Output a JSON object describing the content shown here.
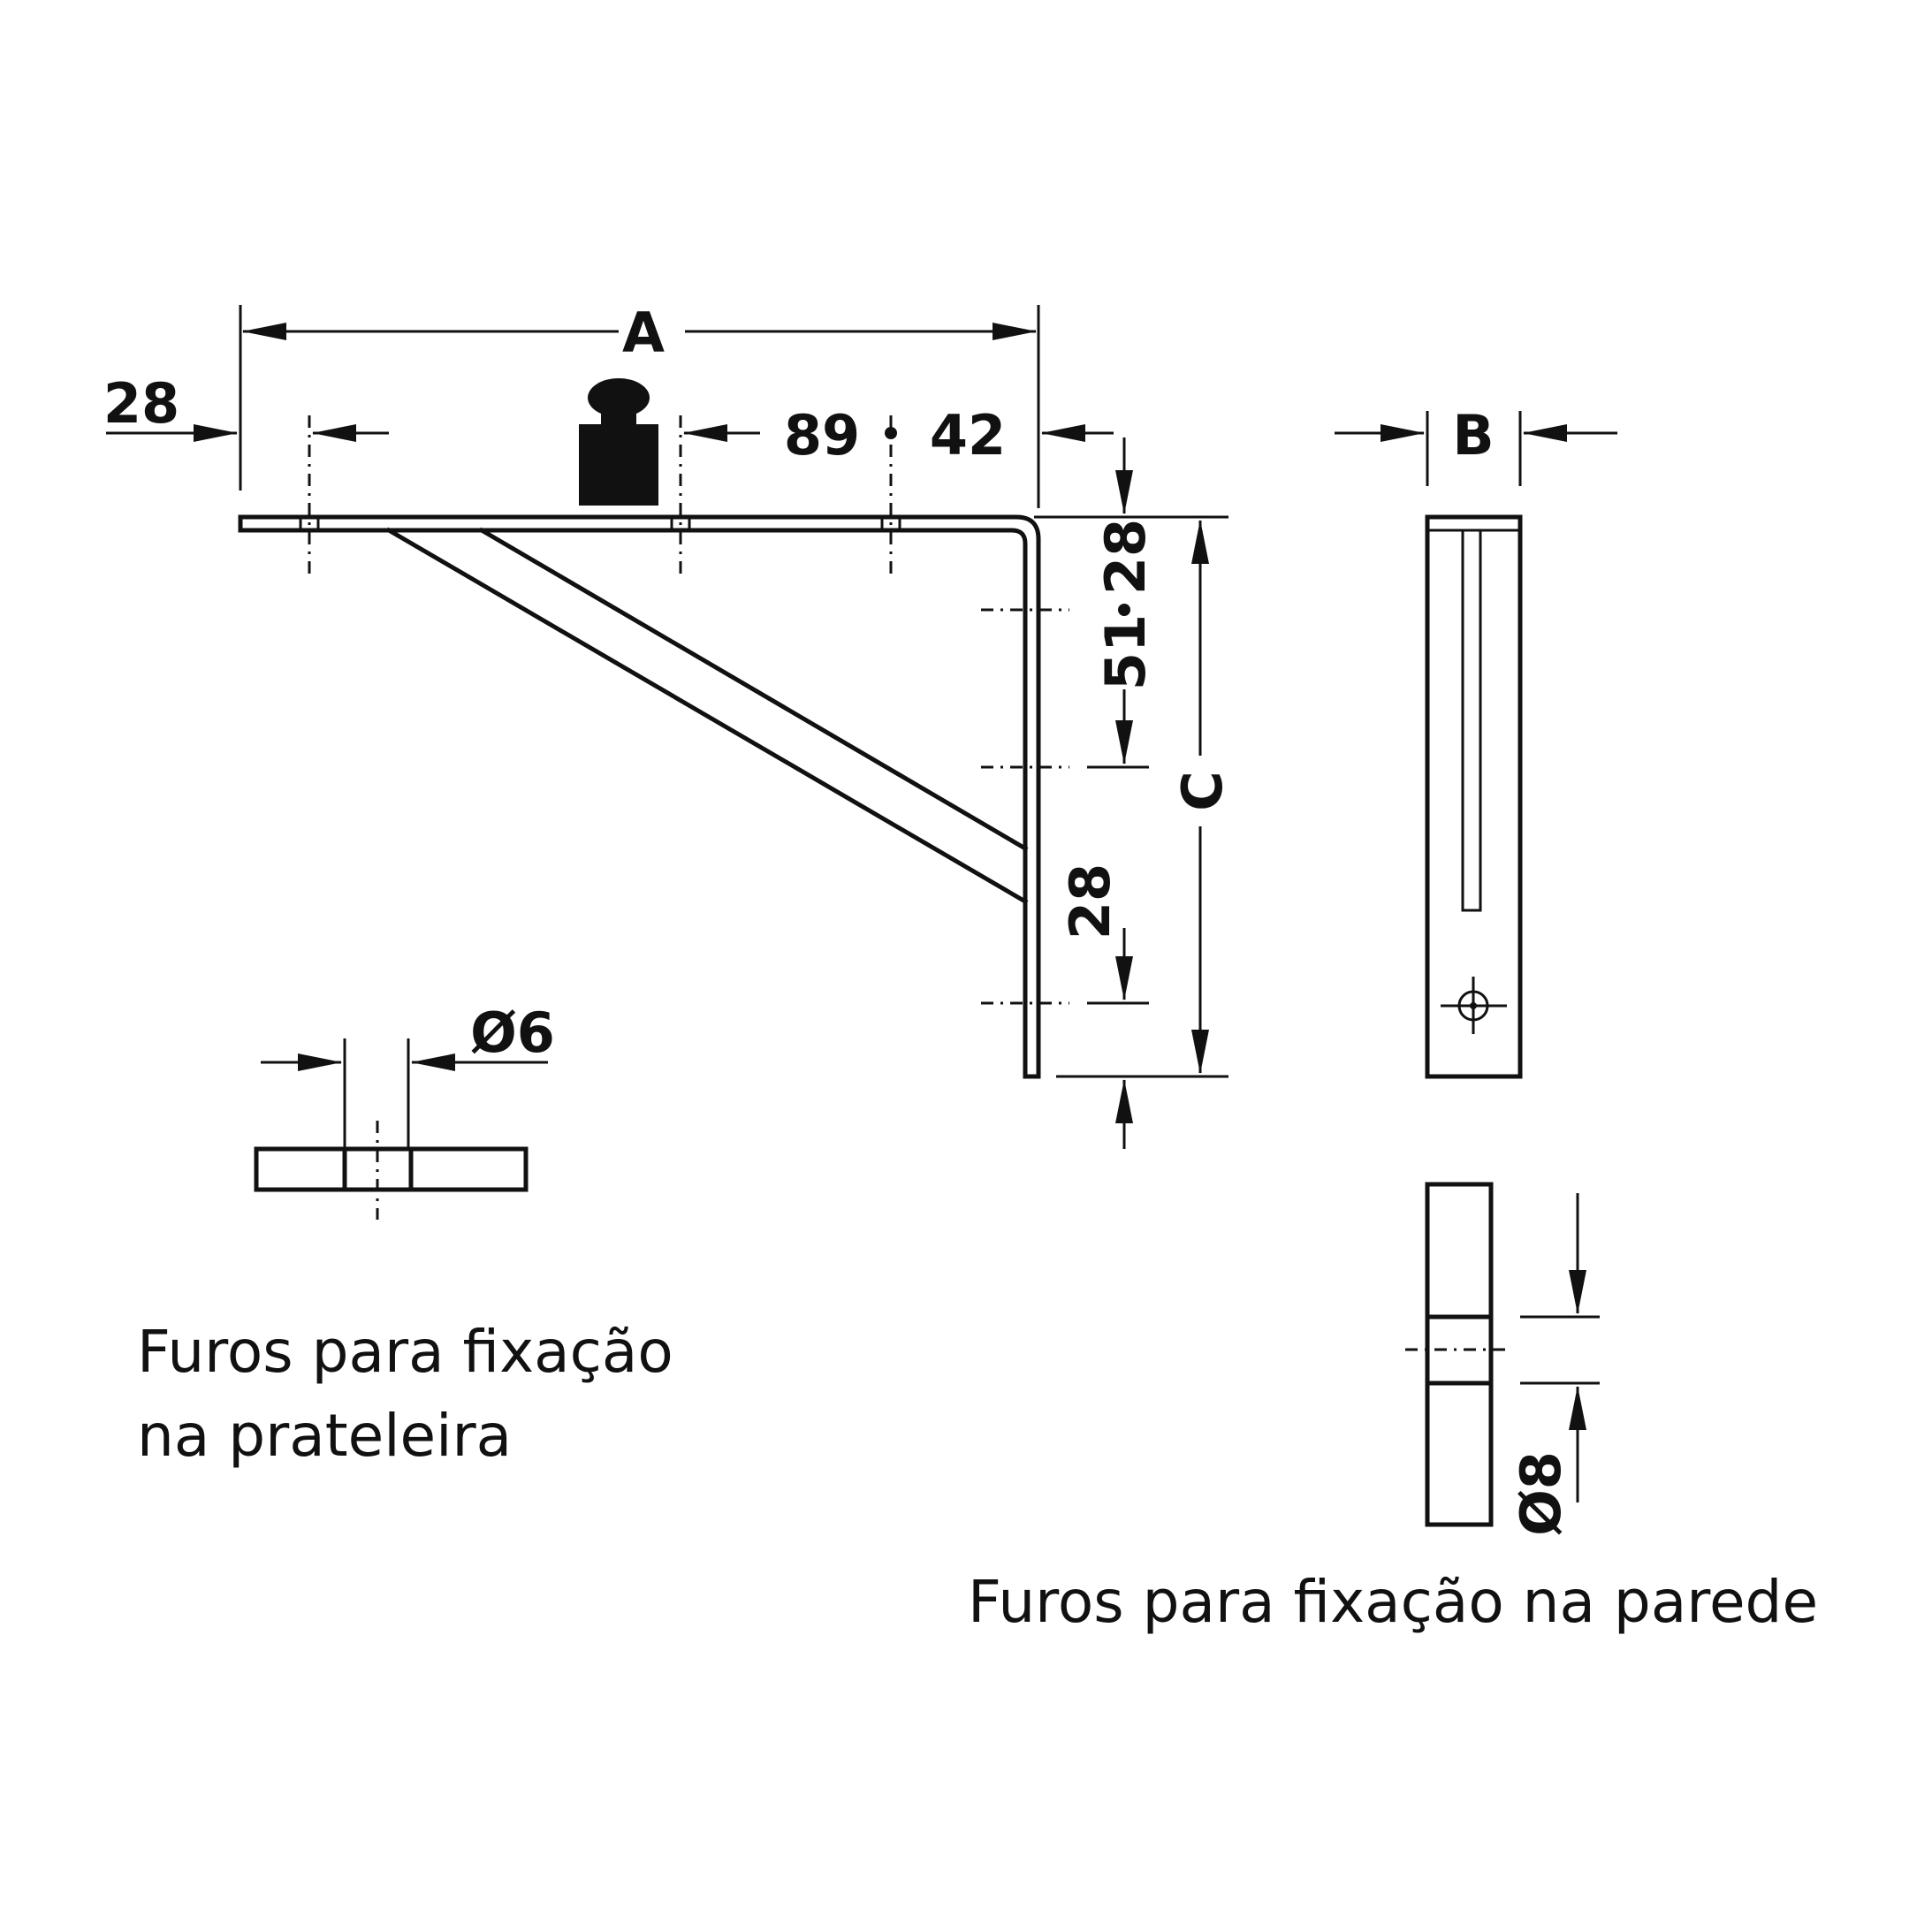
{
  "dimensions": {
    "A": "A",
    "B": "B",
    "C": "C",
    "d28_left": "28",
    "d89": "89",
    "d42": "42",
    "d28_top": "28",
    "d51": "51",
    "d28_bottom": "28",
    "hole_shelf": "Ø6",
    "hole_wall": "Ø8"
  },
  "captions": {
    "shelf_line1": "Furos para fixação",
    "shelf_line2": "na prateleira",
    "wall": "Furos para fixação na parede"
  },
  "colors": {
    "ink": "#111111",
    "background": "#ffffff"
  }
}
